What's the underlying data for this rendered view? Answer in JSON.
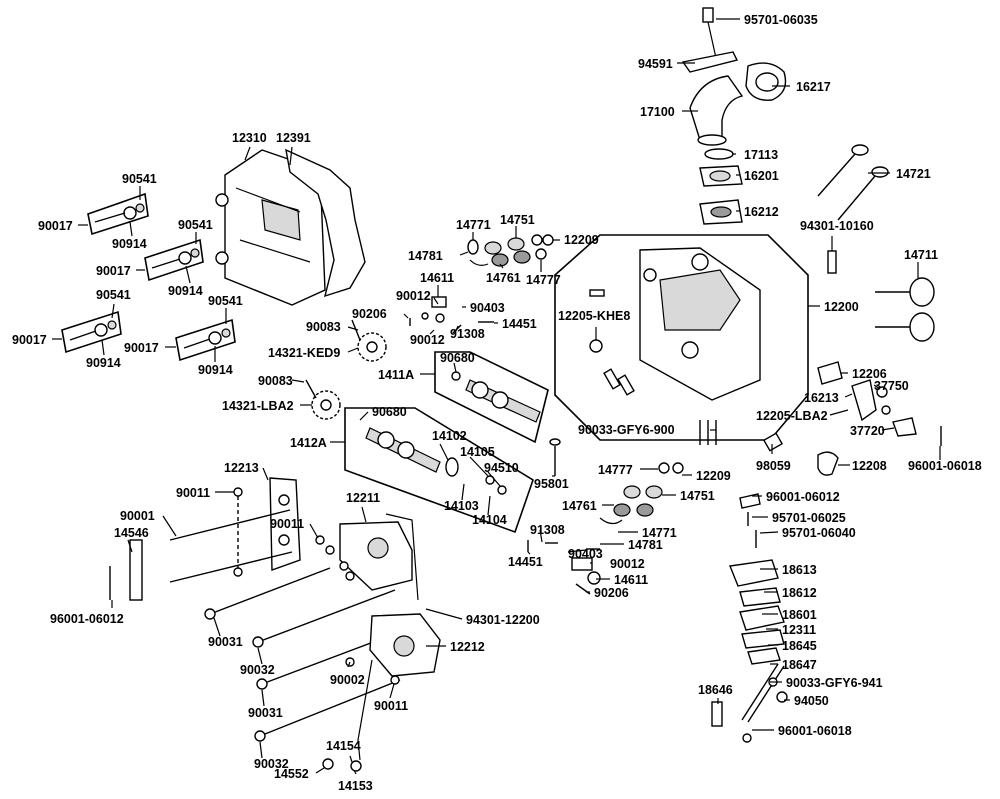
{
  "labels": {
    "p95701_06035": "95701-06035",
    "p94591": "94591",
    "p16217": "16217",
    "p17100": "17100",
    "p17113": "17113",
    "p16201": "16201",
    "p16212": "16212",
    "p14721": "14721",
    "p12310": "12310",
    "p12391": "12391",
    "p90541_a": "90541",
    "p90017_a": "90017",
    "p90914_a": "90914",
    "p90541_b": "90541",
    "p90017_b": "90017",
    "p90914_b": "90914",
    "p90541_c": "90541",
    "p90017_c": "90017",
    "p90914_c": "90914",
    "p90541_d": "90541",
    "p90017_d": "90017",
    "p90914_d": "90914",
    "p14771_a": "14771",
    "p14751_a": "14751",
    "p12209_a": "12209",
    "p14781_a": "14781",
    "p14761_a": "14761",
    "p14777_a": "14777",
    "p14611_a": "14611",
    "p90012_a": "90012",
    "p90403_a": "90403",
    "p90206_a": "90206",
    "p90083_a": "90083",
    "p91308_a": "91308",
    "p14451_a": "14451",
    "p90012_b": "90012",
    "p14321_KED9": "14321-KED9",
    "p94301_10160": "94301-10160",
    "p14711": "14711",
    "p12205_KHE8": "12205-KHE8",
    "p12200": "12200",
    "p90680_a": "90680",
    "p1411A": "1411A",
    "p90083_b": "90083",
    "p14321_LBA2": "14321-LBA2",
    "p12206": "12206",
    "p16213": "16213",
    "p37750": "37750",
    "p12205_LBA2": "12205-LBA2",
    "p37720": "37720",
    "p90680_b": "90680",
    "p1412A": "1412A",
    "p14102": "14102",
    "p14105": "14105",
    "p94510": "94510",
    "p14103": "14103",
    "p14104": "14104",
    "p90033_GFY6_900": "90033-GFY6-900",
    "p98059": "98059",
    "p12208": "12208",
    "p96001_06018_a": "96001-06018",
    "p95801": "95801",
    "p14777_b": "14777",
    "p12209_b": "12209",
    "p14761_b": "14761",
    "p14751_b": "14751",
    "p14771_b": "14771",
    "p14781_b": "14781",
    "p12213": "12213",
    "p90011_a": "90011",
    "p12211": "12211",
    "p90001": "90001",
    "p90011_b": "90011",
    "p14546": "14546",
    "p96001_06012_a": "96001-06012",
    "p91308_b": "91308",
    "p14451_b": "14451",
    "p90403_b": "90403",
    "p90012_c": "90012",
    "p14611_b": "14611",
    "p90206_b": "90206",
    "p96001_06012_b": "96001-06012",
    "p95701_06025": "95701-06025",
    "p95701_06040": "95701-06040",
    "p18613": "18613",
    "p18612": "18612",
    "p18601": "18601",
    "p12311": "12311",
    "p18645": "18645",
    "p18647": "18647",
    "p90033_GFY6_941": "90033-GFY6-941",
    "p94050": "94050",
    "p18646": "18646",
    "p96001_06018_b": "96001-06018",
    "p94301_12200": "94301-12200",
    "p90031_a": "90031",
    "p90032_a": "90032",
    "p12212": "12212",
    "p90002": "90002",
    "p90031_b": "90031",
    "p90011_c": "90011",
    "p90032_b": "90032",
    "p14154": "14154",
    "p14552": "14552",
    "p14153": "14153"
  }
}
